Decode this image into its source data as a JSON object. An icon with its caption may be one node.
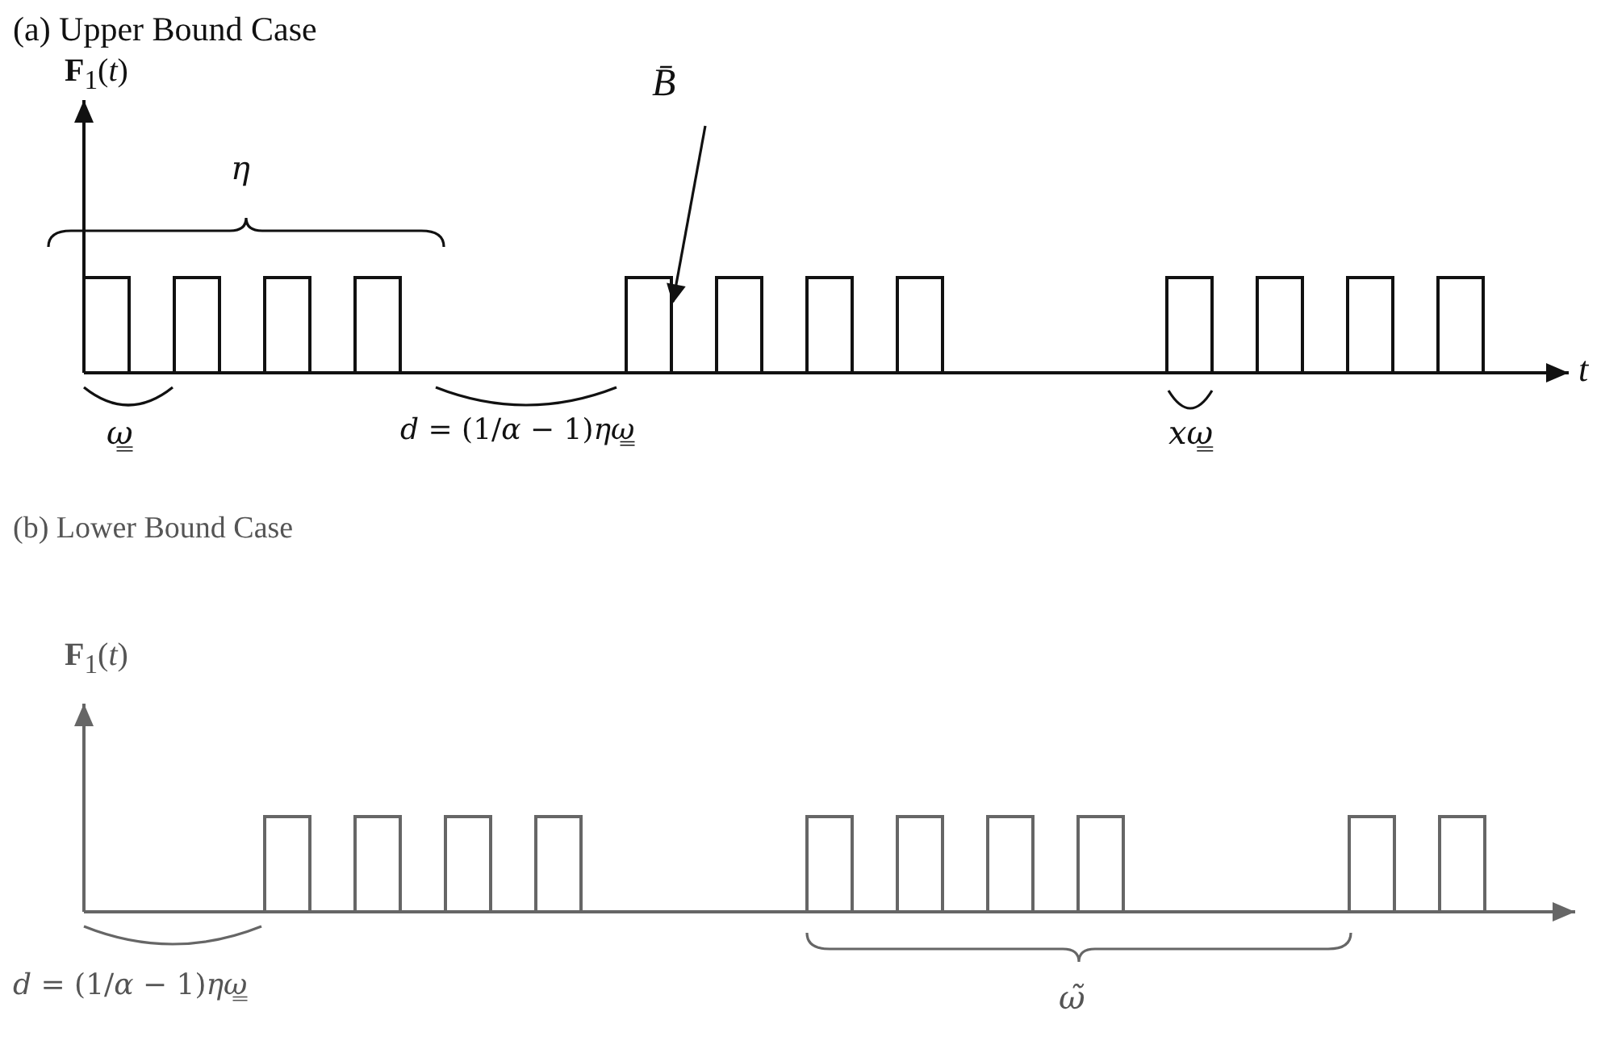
{
  "diagram": {
    "nodes": [
      {
        "text": [
          "B̄"
        ]
      },
      {
        "text": [],
        "shape": "bar"
      }
    ],
    "edges": [
      {
        "from": 0,
        "to": 1,
        "arrow": "to"
      }
    ],
    "labels": [
      "(a) Upper Bound Case",
      "**F**$_{1}$(*t*)",
      "*η*",
      "*t*",
      "*ω̳*",
      "*d* = (1/*α* − 1)*ηω̳*",
      "*xω̳*",
      "(b) Lower Bound Case",
      "**F**$_{1}$(*t*)",
      "*d* = (1/*α* − 1)*ηω̳*",
      "*ω̃*"
    ]
  }
}
